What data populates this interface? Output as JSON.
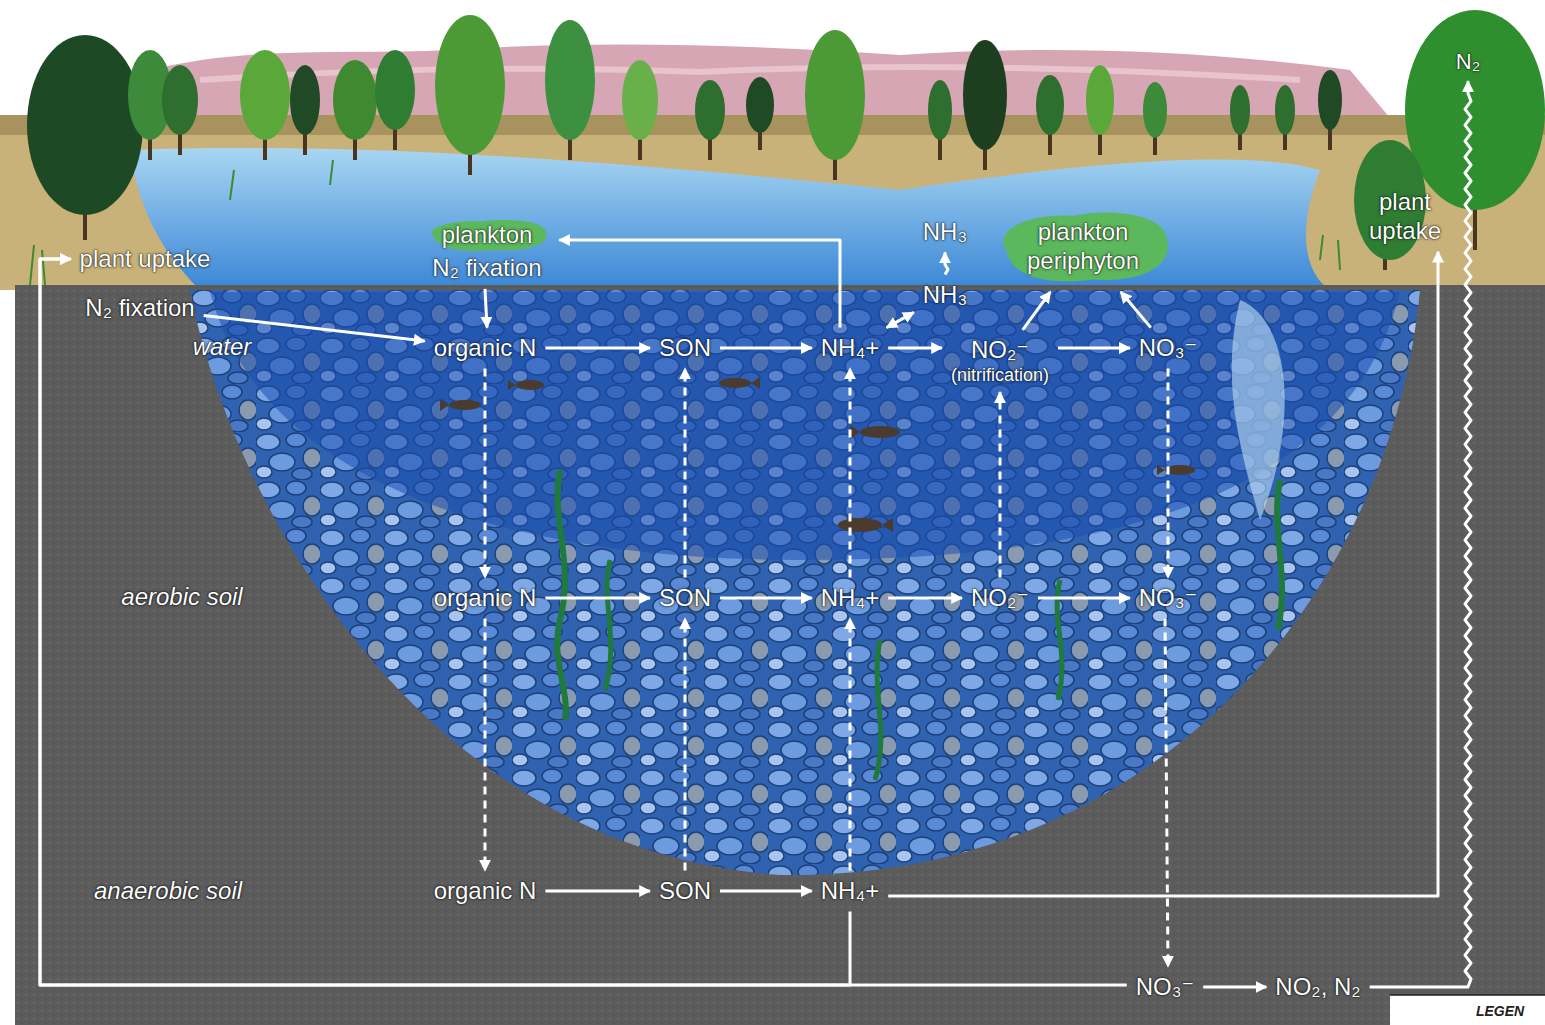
{
  "diagram": {
    "nodes": [
      {
        "text": [
          "plankton",
          "N₂ fixation"
        ]
      },
      {
        "text": [
          "NH₃"
        ]
      },
      {
        "text": [
          "plankton periphyton"
        ]
      },
      {
        "text": [
          "N₂"
        ]
      },
      {
        "text": [
          "plant uptake"
        ]
      },
      {
        "text": [
          "plant uptake"
        ]
      },
      {
        "text": [
          "N₂ fixation"
        ]
      },
      {
        "text": [
          "NH₃"
        ]
      },
      {
        "text": [
          "organic N"
        ]
      },
      {
        "text": [
          "SON"
        ]
      },
      {
        "text": [
          "NH₄+"
        ]
      },
      {
        "text": [
          "NO₂⁻",
          "(nitrification)"
        ]
      },
      {
        "text": [
          "NO₃⁻"
        ]
      },
      {
        "text": [
          "organic N"
        ]
      },
      {
        "text": [
          "SON"
        ]
      },
      {
        "text": [
          "NH₄+"
        ]
      },
      {
        "text": [
          "NO₂⁻"
        ]
      },
      {
        "text": [
          "NO₃⁻"
        ]
      },
      {
        "text": [
          "organic N"
        ]
      },
      {
        "text": [
          "SON"
        ]
      },
      {
        "text": [
          "NH₄+"
        ]
      },
      {
        "text": [
          "NO₃⁻"
        ]
      },
      {
        "text": [
          "NO₂, N₂"
        ]
      }
    ],
    "edges": [
      {
        "from": 6,
        "to": 8,
        "arrow": "to"
      },
      {
        "from": 0,
        "to": 8,
        "arrow": "to"
      },
      {
        "from": 10,
        "to": 0,
        "arrow": "to"
      },
      {
        "from": 8,
        "to": 9,
        "arrow": "to"
      },
      {
        "from": 9,
        "to": 10,
        "arrow": "to"
      },
      {
        "from": 10,
        "to": 7,
        "arrow": "both"
      },
      {
        "from": 7,
        "to": 1,
        "arrow": "to"
      },
      {
        "from": 10,
        "to": 11,
        "arrow": "to"
      },
      {
        "from": 11,
        "to": 12,
        "arrow": "to"
      },
      {
        "from": 11,
        "to": 2,
        "arrow": "to"
      },
      {
        "from": 12,
        "to": 2,
        "arrow": "to"
      },
      {
        "from": 8,
        "to": 13,
        "arrow": "to"
      },
      {
        "from": 13,
        "to": 18,
        "arrow": "to"
      },
      {
        "from": 14,
        "to": 9,
        "arrow": "to"
      },
      {
        "from": 19,
        "to": 14,
        "arrow": "to"
      },
      {
        "from": 15,
        "to": 10,
        "arrow": "to"
      },
      {
        "from": 20,
        "to": 15,
        "arrow": "to"
      },
      {
        "from": 16,
        "to": 11,
        "arrow": "to"
      },
      {
        "from": 12,
        "to": 17,
        "arrow": "to"
      },
      {
        "from": 17,
        "to": 21,
        "arrow": "to"
      },
      {
        "from": 13,
        "to": 14,
        "arrow": "to"
      },
      {
        "from": 14,
        "to": 15,
        "arrow": "to"
      },
      {
        "from": 15,
        "to": 16,
        "arrow": "to"
      },
      {
        "from": 16,
        "to": 17,
        "arrow": "to"
      },
      {
        "from": 18,
        "to": 19,
        "arrow": "to"
      },
      {
        "from": 19,
        "to": 20,
        "arrow": "to"
      },
      {
        "from": 20,
        "to": 4,
        "arrow": "to"
      },
      {
        "from": 20,
        "to": 5,
        "arrow": "to"
      },
      {
        "from": 21,
        "to": 5,
        "arrow": "to"
      },
      {
        "from": 21,
        "to": 22,
        "arrow": "to"
      },
      {
        "from": 22,
        "to": 3,
        "arrow": "to"
      }
    ],
    "labels": [
      "water",
      "aerobic soil",
      "anaerobic soil",
      "LEGEN"
    ]
  }
}
